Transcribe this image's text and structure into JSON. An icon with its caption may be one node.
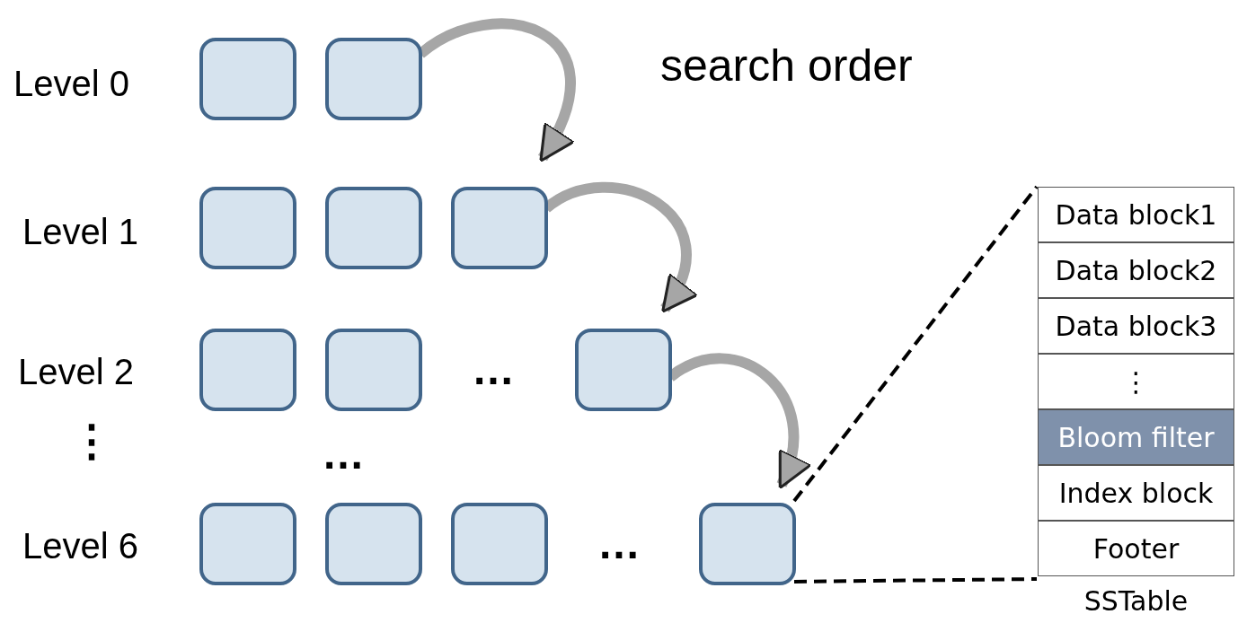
{
  "diagram": {
    "nodes": [
      {
        "text": [],
        "shape": "box"
      },
      {
        "text": [],
        "shape": "box"
      },
      {
        "text": [],
        "shape": "box"
      },
      {
        "text": [],
        "shape": "box"
      },
      {
        "text": [],
        "shape": "box"
      },
      {
        "text": [],
        "shape": "box"
      },
      {
        "text": [],
        "shape": "box"
      },
      {
        "text": [],
        "shape": "box"
      },
      {
        "text": [],
        "shape": "box"
      },
      {
        "text": [],
        "shape": "box"
      },
      {
        "text": [],
        "shape": "box"
      },
      {
        "text": [],
        "shape": "box"
      },
      {
        "text": [
          "SSTable"
        ]
      },
      {
        "text": [
          "Data block1"
        ],
        "in": 12
      },
      {
        "text": [
          "Data block2"
        ],
        "in": 12
      },
      {
        "text": [
          "Data block3"
        ],
        "in": 12
      },
      {
        "text": [
          "⋮"
        ],
        "in": 12
      },
      {
        "text": [
          "Bloom filter"
        ],
        "in": 12
      },
      {
        "text": [
          "Index block"
        ],
        "in": 12
      },
      {
        "text": [
          "Footer"
        ],
        "in": 12
      }
    ],
    "edges": [
      {
        "from": 1,
        "to": 4,
        "arrow": "to"
      },
      {
        "from": 4,
        "to": 7,
        "arrow": "to"
      },
      {
        "from": 7,
        "to": 11,
        "arrow": "to"
      },
      {
        "from": 11,
        "to": 12,
        "arrow": "none",
        "style": "dashed",
        "color": "#000000"
      },
      {
        "from": 11,
        "to": 12,
        "arrow": "none",
        "style": "dashed",
        "color": "#000000"
      }
    ],
    "labels": [
      "Level 0",
      "search order",
      "Level 1",
      "Level 2",
      "…",
      "⋮",
      "…",
      "Level 6",
      "…"
    ]
  }
}
